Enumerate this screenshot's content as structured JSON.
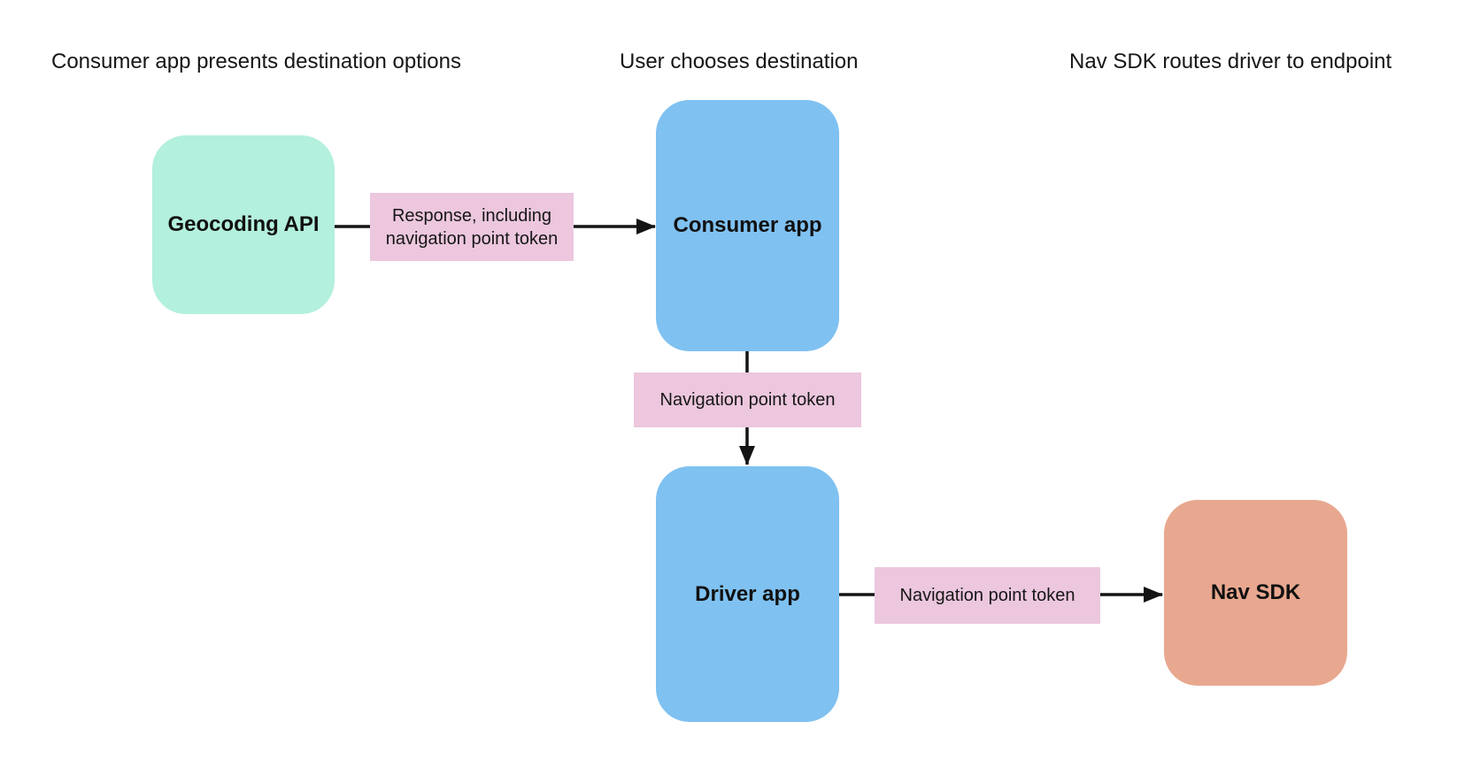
{
  "diagram": {
    "headers": [
      {
        "label": "Consumer app presents destination options"
      },
      {
        "label": "User chooses destination"
      },
      {
        "label": "Nav SDK routes driver to endpoint"
      }
    ],
    "nodes": {
      "geocoding_api": {
        "label": "Geocoding API",
        "color": "#b3f0dd"
      },
      "consumer_app": {
        "label": "Consumer app",
        "color": "#7fc1f1"
      },
      "driver_app": {
        "label": "Driver app",
        "color": "#7fc1f1"
      },
      "nav_sdk": {
        "label": "Nav SDK",
        "color": "#e8a88f"
      }
    },
    "edge_labels": {
      "response_including_token": {
        "label": "Response, including navigation point token",
        "color": "#ecc7de"
      },
      "token_consumer_to_driver": {
        "label": "Navigation point token",
        "color": "#ecc7de"
      },
      "token_driver_to_navsdk": {
        "label": "Navigation point token",
        "color": "#ecc7de"
      }
    },
    "colors": {
      "background": "#ffffff",
      "arrow": "#141414",
      "text": "#161616"
    }
  }
}
